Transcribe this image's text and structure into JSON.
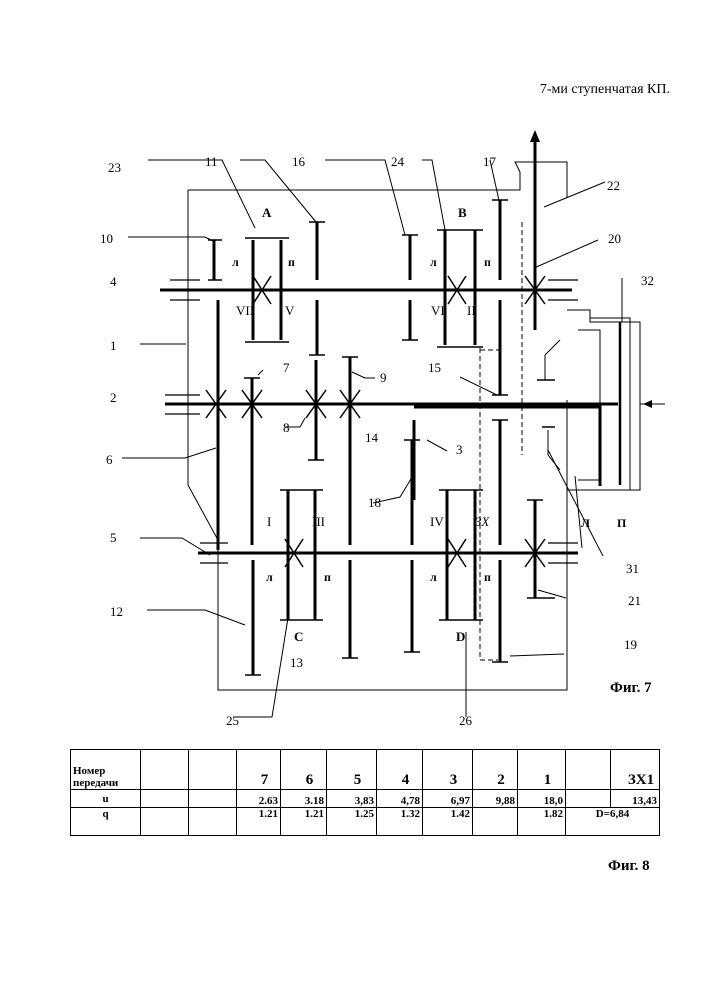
{
  "page_title": "7-ми ступенчатая КП.",
  "fig7": {
    "caption": "Фиг. 7",
    "refs": {
      "n1": "1",
      "n2": "2",
      "n3": "3",
      "n4": "4",
      "n5": "5",
      "n6": "6",
      "n7": "7",
      "n8": "8",
      "n9": "9",
      "n10": "10",
      "n11": "11",
      "n12": "12",
      "n13": "13",
      "n14": "14",
      "n15": "15",
      "n16": "16",
      "n17": "17",
      "n18": "18",
      "n19": "19",
      "n20": "20",
      "n21": "21",
      "n22": "22",
      "n23": "23",
      "n24": "24",
      "n25": "25",
      "n26": "26",
      "n31": "31",
      "n32": "32"
    },
    "couplings": {
      "A": "А",
      "B": "В",
      "C": "С",
      "D": "D"
    },
    "gear_labels": {
      "l": "л",
      "p": "п",
      "L": "Л",
      "P": "П",
      "VII": "VII",
      "V": "V",
      "VI": "VI",
      "II": "II",
      "I": "I",
      "III": "III",
      "IV": "IV",
      "ZX": "ЗХ"
    }
  },
  "fig8": {
    "caption": "Фиг. 8",
    "header_label": "Номер передачи",
    "gears": [
      "7",
      "6",
      "5",
      "4",
      "3",
      "2",
      "1",
      "ЗХ1"
    ],
    "u_label": "u",
    "u_values": [
      "2.63",
      "3.18",
      "3,83",
      "4,78",
      "6,97",
      "9,88",
      "18,0",
      "13,43"
    ],
    "q_label": "q",
    "q_values": [
      "1.21",
      "1.21",
      "1.25",
      "1.32",
      "1.42",
      "1.82"
    ],
    "D_value": "D=6,84"
  }
}
